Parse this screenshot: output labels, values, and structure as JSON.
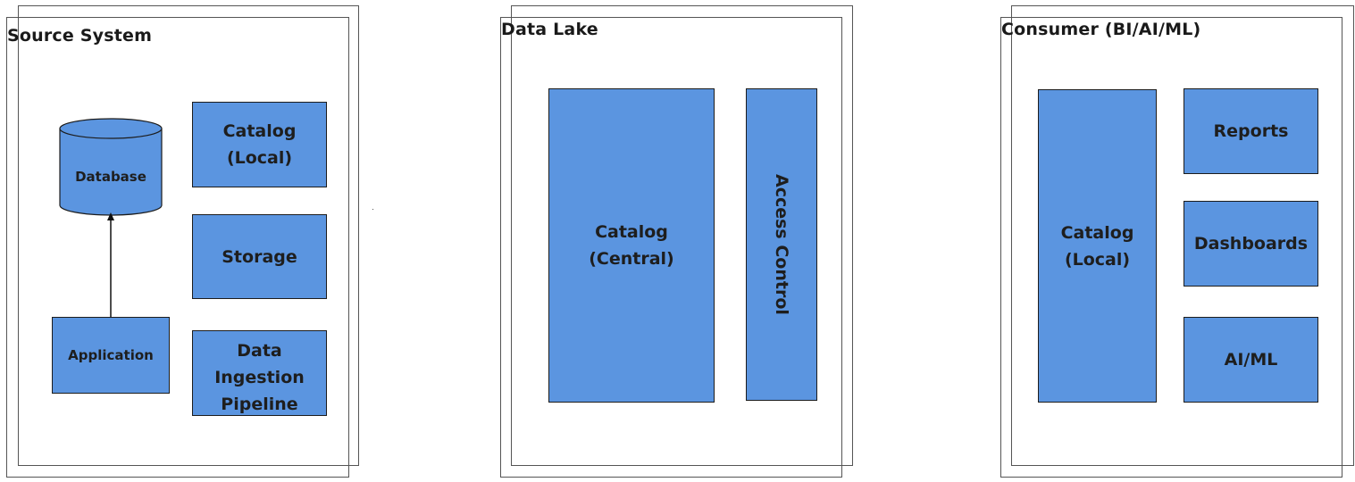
{
  "colors": {
    "box_fill": "#5b95e0",
    "box_border": "#1c1c1c",
    "frame_border": "#555555",
    "text": "#1e1e1e"
  },
  "source_system": {
    "title": "Source System",
    "database_label": "Database",
    "catalog_label": "Catalog\n(Local)",
    "storage_label": "Storage",
    "application_label": "Application",
    "pipeline_label": "Data\nIngestion\nPipeline"
  },
  "data_lake": {
    "title": "Data Lake",
    "catalog_label": "Catalog\n(Central)",
    "access_control_label": "Access Control"
  },
  "consumer": {
    "title": "Consumer (BI/AI/ML)",
    "catalog_label": "Catalog\n(Local)",
    "reports_label": "Reports",
    "dashboards_label": "Dashboards",
    "aiml_label": "AI/ML"
  }
}
